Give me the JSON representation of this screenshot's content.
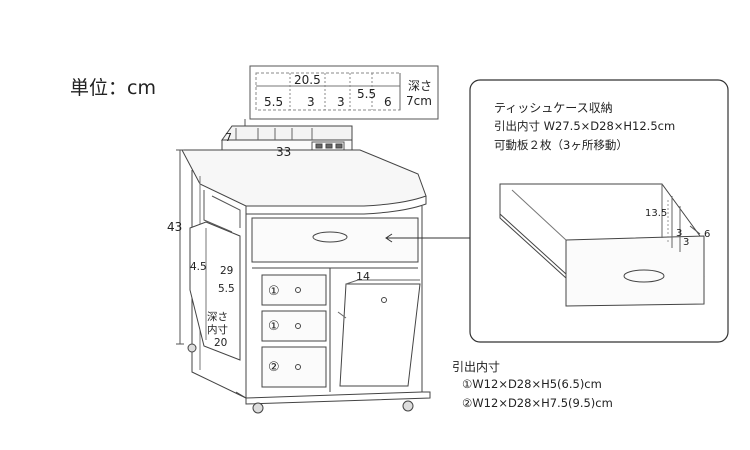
{
  "unit_label": "単位：cm",
  "tray_callout": {
    "width": "20.5",
    "compartments": [
      "5.5",
      "3",
      "3",
      "5.5",
      "6"
    ],
    "depth_label": "深さ",
    "depth_value": "7cm"
  },
  "tray": {
    "height": "7",
    "length": "33"
  },
  "cabinet": {
    "height": "43",
    "side_pocket_a": "4.5",
    "side_pocket_b": "29",
    "side_pocket_c": "5.5",
    "side_depth_label_1": "深さ",
    "side_depth_label_2": "内寸",
    "side_depth_value": "20",
    "drawer_width": "14",
    "drawer_marks": [
      "①",
      "①",
      "②"
    ]
  },
  "tissue_panel": {
    "title": "ティッシュケース収納",
    "line2": "引出内寸 W27.5×D28×H12.5cm",
    "line3": "可動板２枚（3ヶ所移動）",
    "dim_height": "13.5",
    "dim_slot_1": "3",
    "dim_slot_2": "3",
    "dim_slot_3": "6"
  },
  "drawer_notes": {
    "heading": "引出内寸",
    "line1": "①W12×D28×H5(6.5)cm",
    "line2": "②W12×D28×H7.5(9.5)cm"
  }
}
